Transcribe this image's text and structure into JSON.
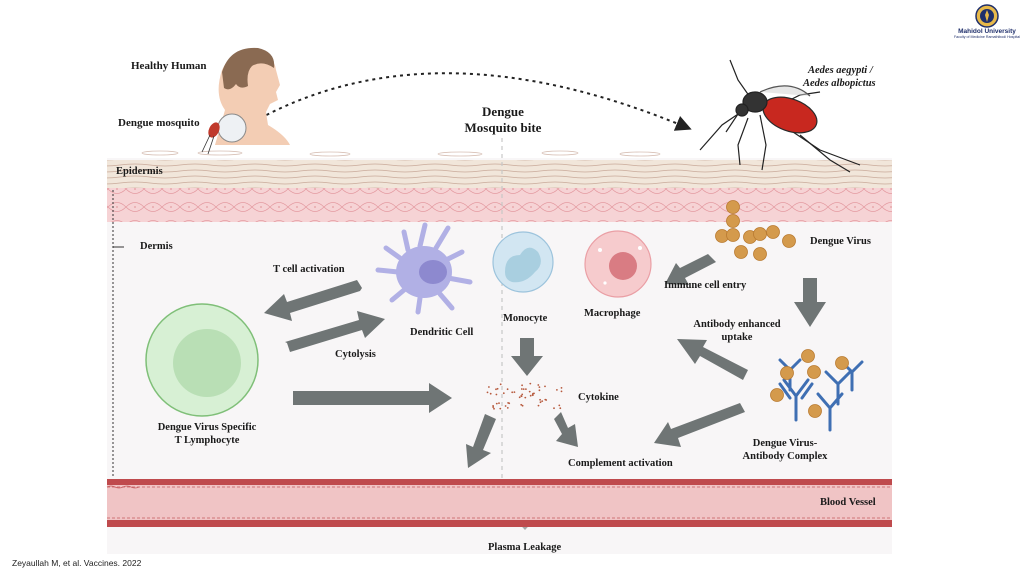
{
  "logo": {
    "icon": "university-seal-icon",
    "university": "Mahidol University",
    "faculty": "Faculty of Medicine Ramathibodi Hospital"
  },
  "citation": "Zeyaullah M, et al. Vaccines. 2022",
  "diagram": {
    "title_lines": [
      "Dengue",
      "Mosquito bite"
    ],
    "top": {
      "healthy_human": "Healthy Human",
      "dengue_mosquito": "Dengue mosquito",
      "species_lines": [
        "Aedes aegypti /",
        "Aedes albopictus"
      ]
    },
    "layers": {
      "epidermis": "Epidermis",
      "dermis": "Dermis",
      "blood_vessel": "Blood Vessel"
    },
    "cells": {
      "dendritic": "Dendritic Cell",
      "monocyte": "Monocyte",
      "macrophage": "Macrophage",
      "t_lymphocyte_lines": [
        "Dengue Virus Specific",
        "T Lymphocyte"
      ],
      "dengue_virus": "Dengue Virus",
      "complex_lines": [
        "Dengue Virus-",
        "Antibody Complex"
      ],
      "cytokine": "Cytokine"
    },
    "processes": {
      "t_cell_activation": "T cell activation",
      "cytolysis": "Cytolysis",
      "immune_cell_entry": "Immune cell entry",
      "ade_lines": [
        "Antibody enhanced",
        "uptake"
      ],
      "complement_activation": "Complement activation",
      "plasma_leakage": "Plasma Leakage"
    },
    "colors": {
      "arrow": "#6f7575",
      "epidermis": "#efe3d6",
      "epidermis_line": "#c9a99a",
      "dermis_cells": "#f3c9cc",
      "dermis_line": "#e39aa0",
      "vessel_wall": "#bf4a4d",
      "vessel_lumen": "#f0c4c5",
      "t_cell": "#d7f0d4",
      "t_cell_nucleus": "#b9dfb5",
      "t_cell_border": "#7fbf78",
      "dendritic": "#b1b0e5",
      "dendritic_nucleus": "#8d89cf",
      "monocyte": "#cfe3f0",
      "monocyte_nucleus": "#a9cfe0",
      "macrophage": "#f6c9cb",
      "macrophage_nucleus": "#d97c83",
      "virus": "#d49a4c",
      "antibody": "#3f6fb3",
      "mosquito_body": "#c8281f"
    }
  }
}
